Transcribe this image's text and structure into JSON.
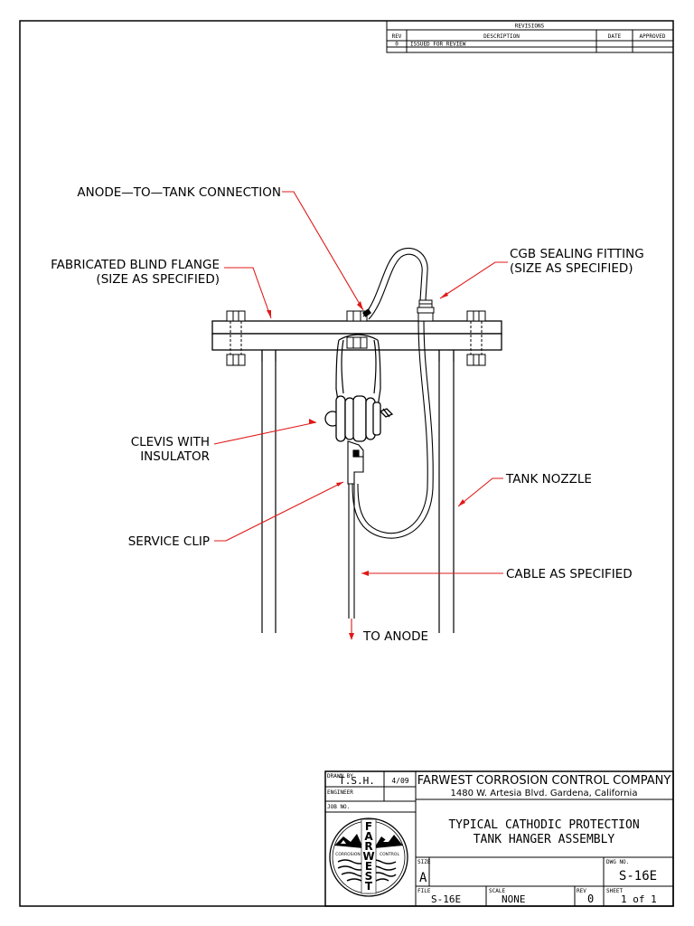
{
  "colors": {
    "line": "#000000",
    "leader": "#e01818",
    "background": "#ffffff"
  },
  "revisions": {
    "title": "REVISIONS",
    "headers": {
      "rev": "REV",
      "description": "DESCRIPTION",
      "date": "DATE",
      "approved": "APPROVED"
    },
    "rows": [
      {
        "rev": "0",
        "description": "ISSUED FOR REVIEW",
        "date": "",
        "approved": ""
      }
    ]
  },
  "callouts": {
    "anode_connection": "ANODE—TO—TANK CONNECTION",
    "blind_flange_1": "FABRICATED BLIND FLANGE",
    "blind_flange_2": "(SIZE AS SPECIFIED)",
    "cgb_1": "CGB SEALING FITTING",
    "cgb_2": "(SIZE AS SPECIFIED)",
    "clevis_1": "CLEVIS WITH",
    "clevis_2": "INSULATOR",
    "tank_nozzle": "TANK NOZZLE",
    "service_clip": "SERVICE CLIP",
    "cable": "CABLE AS SPECIFIED",
    "to_anode": "TO ANODE"
  },
  "title_block": {
    "drawn_by_label": "DRAWN BY",
    "drawn_by": "T.S.H.",
    "date": "4/09",
    "engineer_label": "ENGINEER",
    "job_no_label": "JOB NO.",
    "company": "FARWEST CORROSION CONTROL COMPANY",
    "address": "1480 W. Artesia Blvd. Gardena, California",
    "title_line1": "TYPICAL CATHODIC PROTECTION",
    "title_line2": "TANK HANGER ASSEMBLY",
    "size_label": "SIZE",
    "size": "A",
    "dwg_no_label": "DWG NO.",
    "dwg_no": "S-16E",
    "file_label": "FILE",
    "file": "S-16E",
    "scale_label": "SCALE",
    "scale": "NONE",
    "rev_label": "REV",
    "rev": "0",
    "sheet_label": "SHEET",
    "sheet": "1 of 1",
    "logo_letters": [
      "F",
      "A",
      "R",
      "W",
      "E",
      "S",
      "T"
    ],
    "logo_left": "CORROSION",
    "logo_right": "CONTROL"
  }
}
